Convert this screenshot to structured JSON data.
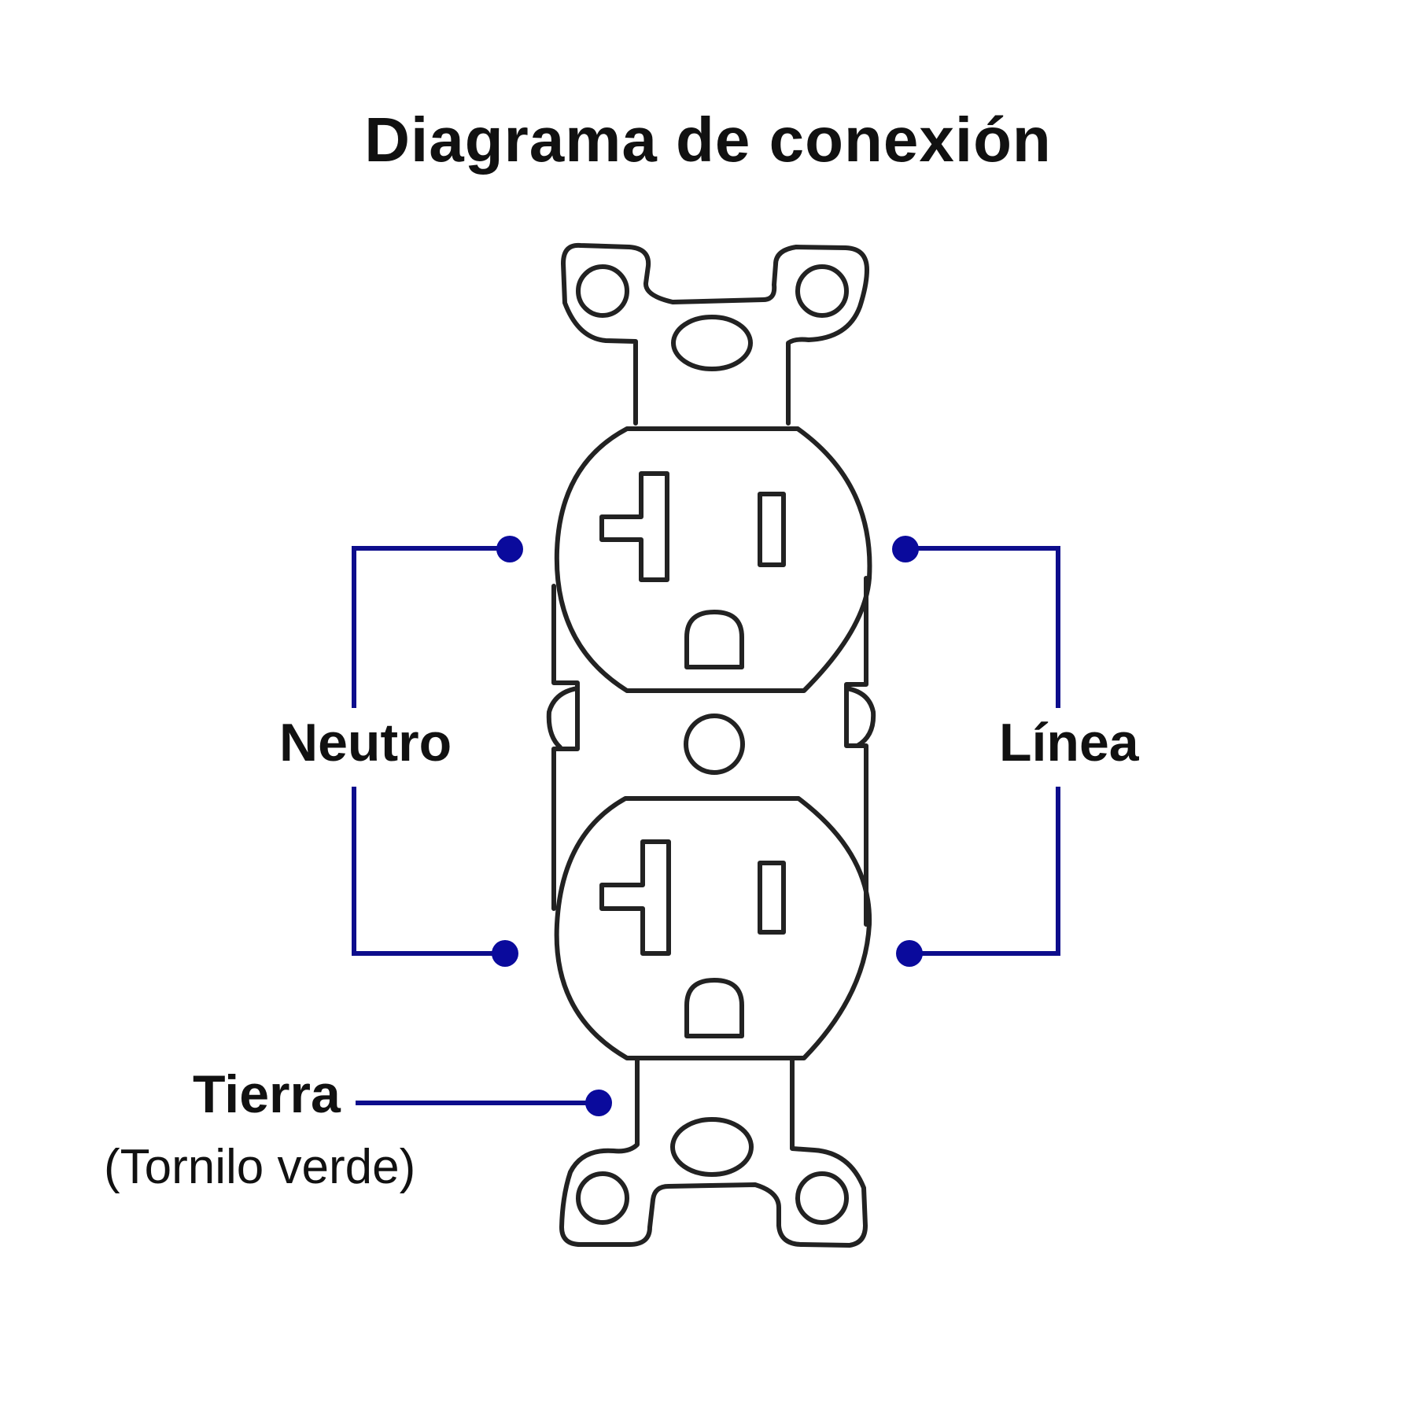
{
  "title": "Diagrama de conexión",
  "labels": {
    "neutral": "Neutro",
    "line": "Línea",
    "ground": "Tierra",
    "ground_note": "(Tornilo verde)"
  },
  "colors": {
    "outline": "#222222",
    "wire": "#0d0d8c",
    "terminal": "#0a0a9c",
    "text": "#111111",
    "background": "#ffffff"
  }
}
